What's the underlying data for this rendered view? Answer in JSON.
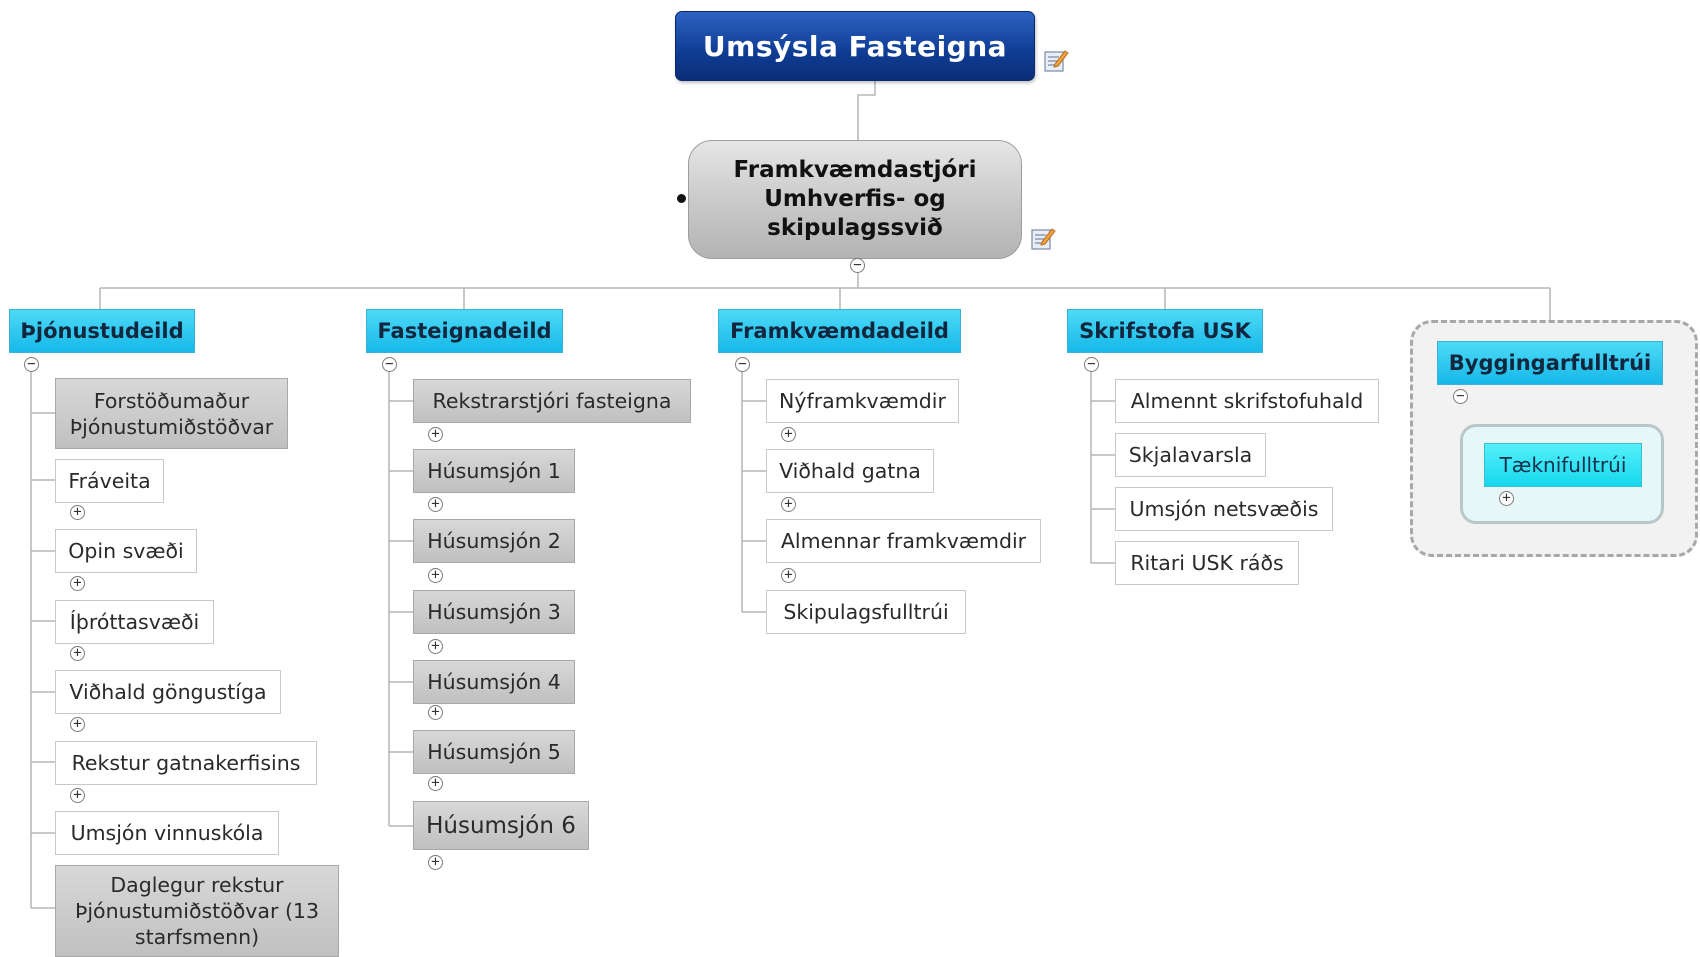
{
  "root": {
    "label": "Umsýsla Fasteigna"
  },
  "director": {
    "label": "Framkvæmdastjóri\nUmhverfis- og\nskipulagssvið"
  },
  "departments": [
    {
      "label": "Þjónustudeild",
      "children": [
        {
          "label": "Forstöðumaður\nÞjónustumiðstöðvar",
          "style": "gray"
        },
        {
          "label": "Fráveita",
          "style": "white"
        },
        {
          "label": "Opin svæði",
          "style": "white"
        },
        {
          "label": "Íþróttasvæði",
          "style": "white"
        },
        {
          "label": "Viðhald göngustíga",
          "style": "white"
        },
        {
          "label": "Rekstur gatnakerfisins",
          "style": "white"
        },
        {
          "label": "Umsjón vinnuskóla",
          "style": "white"
        },
        {
          "label": "Daglegur rekstur\nÞjónustumiðstöðvar (13\nstarfsmenn)",
          "style": "gray"
        }
      ]
    },
    {
      "label": "Fasteignadeild",
      "children": [
        {
          "label": "Rekstrarstjóri fasteigna",
          "style": "gray"
        },
        {
          "label": "Húsumsjón 1",
          "style": "gray"
        },
        {
          "label": "Húsumsjón 2",
          "style": "gray"
        },
        {
          "label": "Húsumsjón 3",
          "style": "gray"
        },
        {
          "label": "Húsumsjón 4",
          "style": "gray"
        },
        {
          "label": "Húsumsjón 5",
          "style": "gray"
        },
        {
          "label": "Húsumsjón 6",
          "style": "gray"
        }
      ]
    },
    {
      "label": "Framkvæmdadeild",
      "children": [
        {
          "label": "Nýframkvæmdir",
          "style": "white"
        },
        {
          "label": "Viðhald gatna",
          "style": "white"
        },
        {
          "label": "Almennar framkvæmdir",
          "style": "white"
        },
        {
          "label": "Skipulagsfulltrúi",
          "style": "white"
        }
      ]
    },
    {
      "label": "Skrifstofa USK",
      "children": [
        {
          "label": "Almennt skrifstofuhald",
          "style": "white"
        },
        {
          "label": "Skjalavarsla",
          "style": "white"
        },
        {
          "label": "Umsjón netsvæðis",
          "style": "white"
        },
        {
          "label": "Ritari USK ráðs",
          "style": "white"
        }
      ]
    },
    {
      "label": "Byggingarfulltrúi",
      "children": [
        {
          "label": "Tæknifulltrúi",
          "style": "cyan"
        }
      ]
    }
  ],
  "icons": {
    "note": "note-icon",
    "expand": "plus-icon",
    "collapse": "minus-icon"
  },
  "colors": {
    "root": "#0f3c93",
    "department": "#17b8e8",
    "line": "#b5b5b5"
  }
}
